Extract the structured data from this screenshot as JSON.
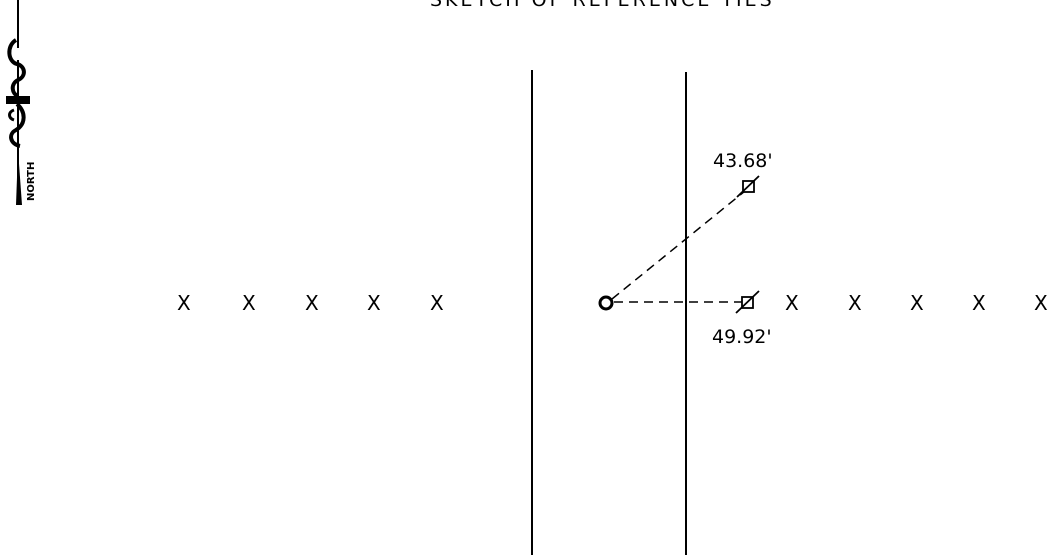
{
  "title": "SKETCH OF REFERENCE TIES",
  "north_arrow": {
    "label": "NORTH"
  },
  "fence_marks": {
    "symbol": "X",
    "left_count": 5,
    "right_count": 5
  },
  "ties": [
    {
      "distance": "43.68'"
    },
    {
      "distance": "49.92'"
    }
  ]
}
